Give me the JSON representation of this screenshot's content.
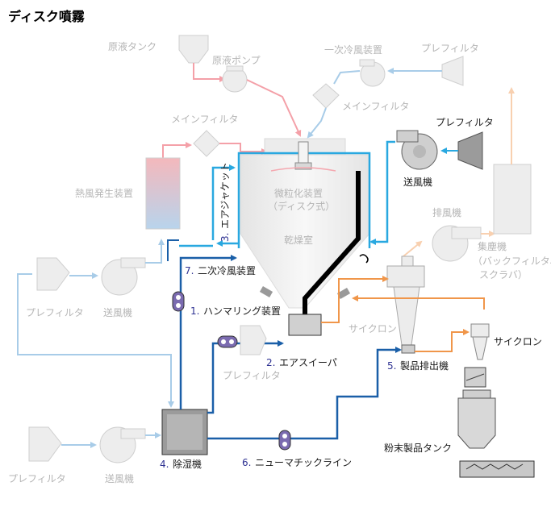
{
  "title": "ディスク噴霧",
  "labels": {
    "stock_tank": "原液タンク",
    "stock_pump": "原液ポンプ",
    "primary_cooler": "一次冷風装置",
    "prefilter_top": "プレフィルタ",
    "main_filter_right": "メインフィルタ",
    "main_filter_left": "メインフィルタ",
    "prefilter_blower": "プレフィルタ",
    "blower_top": "送風機",
    "hot_air_generator": "熱風発生装置",
    "atomizer_line1": "微粒化装置",
    "atomizer_line2": "（ディスク式）",
    "drying_chamber": "乾燥室",
    "exhaust_fan": "排風機",
    "dust_collector_line1": "集塵機",
    "dust_collector_line2": "（バックフィルタ、",
    "dust_collector_line3": "スクラバ）",
    "prefilter_left": "プレフィルタ",
    "blower_left": "送風機",
    "cyclone_mid": "サイクロン",
    "cyclone_right": "サイクロン",
    "prefilter_mid": "プレフィルタ",
    "prefilter_bottom": "プレフィルタ",
    "blower_bottom": "送風機",
    "powder_tank": "粉末製品タンク"
  },
  "numbered": [
    {
      "num": "3.",
      "text": "エアジャケット"
    },
    {
      "num": "7.",
      "text": "二次冷風装置"
    },
    {
      "num": "1.",
      "text": "ハンマリング装置"
    },
    {
      "num": "2.",
      "text": "エアスイーパ"
    },
    {
      "num": "5.",
      "text": "製品排出機"
    },
    {
      "num": "4.",
      "text": "除湿機"
    },
    {
      "num": "6.",
      "text": "ニューマチックライン"
    }
  ],
  "colors": {
    "blue_line": "#1a5fa8",
    "air_jacket": "#29a8e0",
    "hot_air": "#f4a0a8",
    "cool_air": "#a8cce8",
    "orange_line": "#f0964a",
    "faded_orange": "#f8d0b0",
    "equipment_gray": "#e8e8e8",
    "dark_equipment": "#7d7d7d",
    "pump_purple": "#7b6bb0"
  }
}
